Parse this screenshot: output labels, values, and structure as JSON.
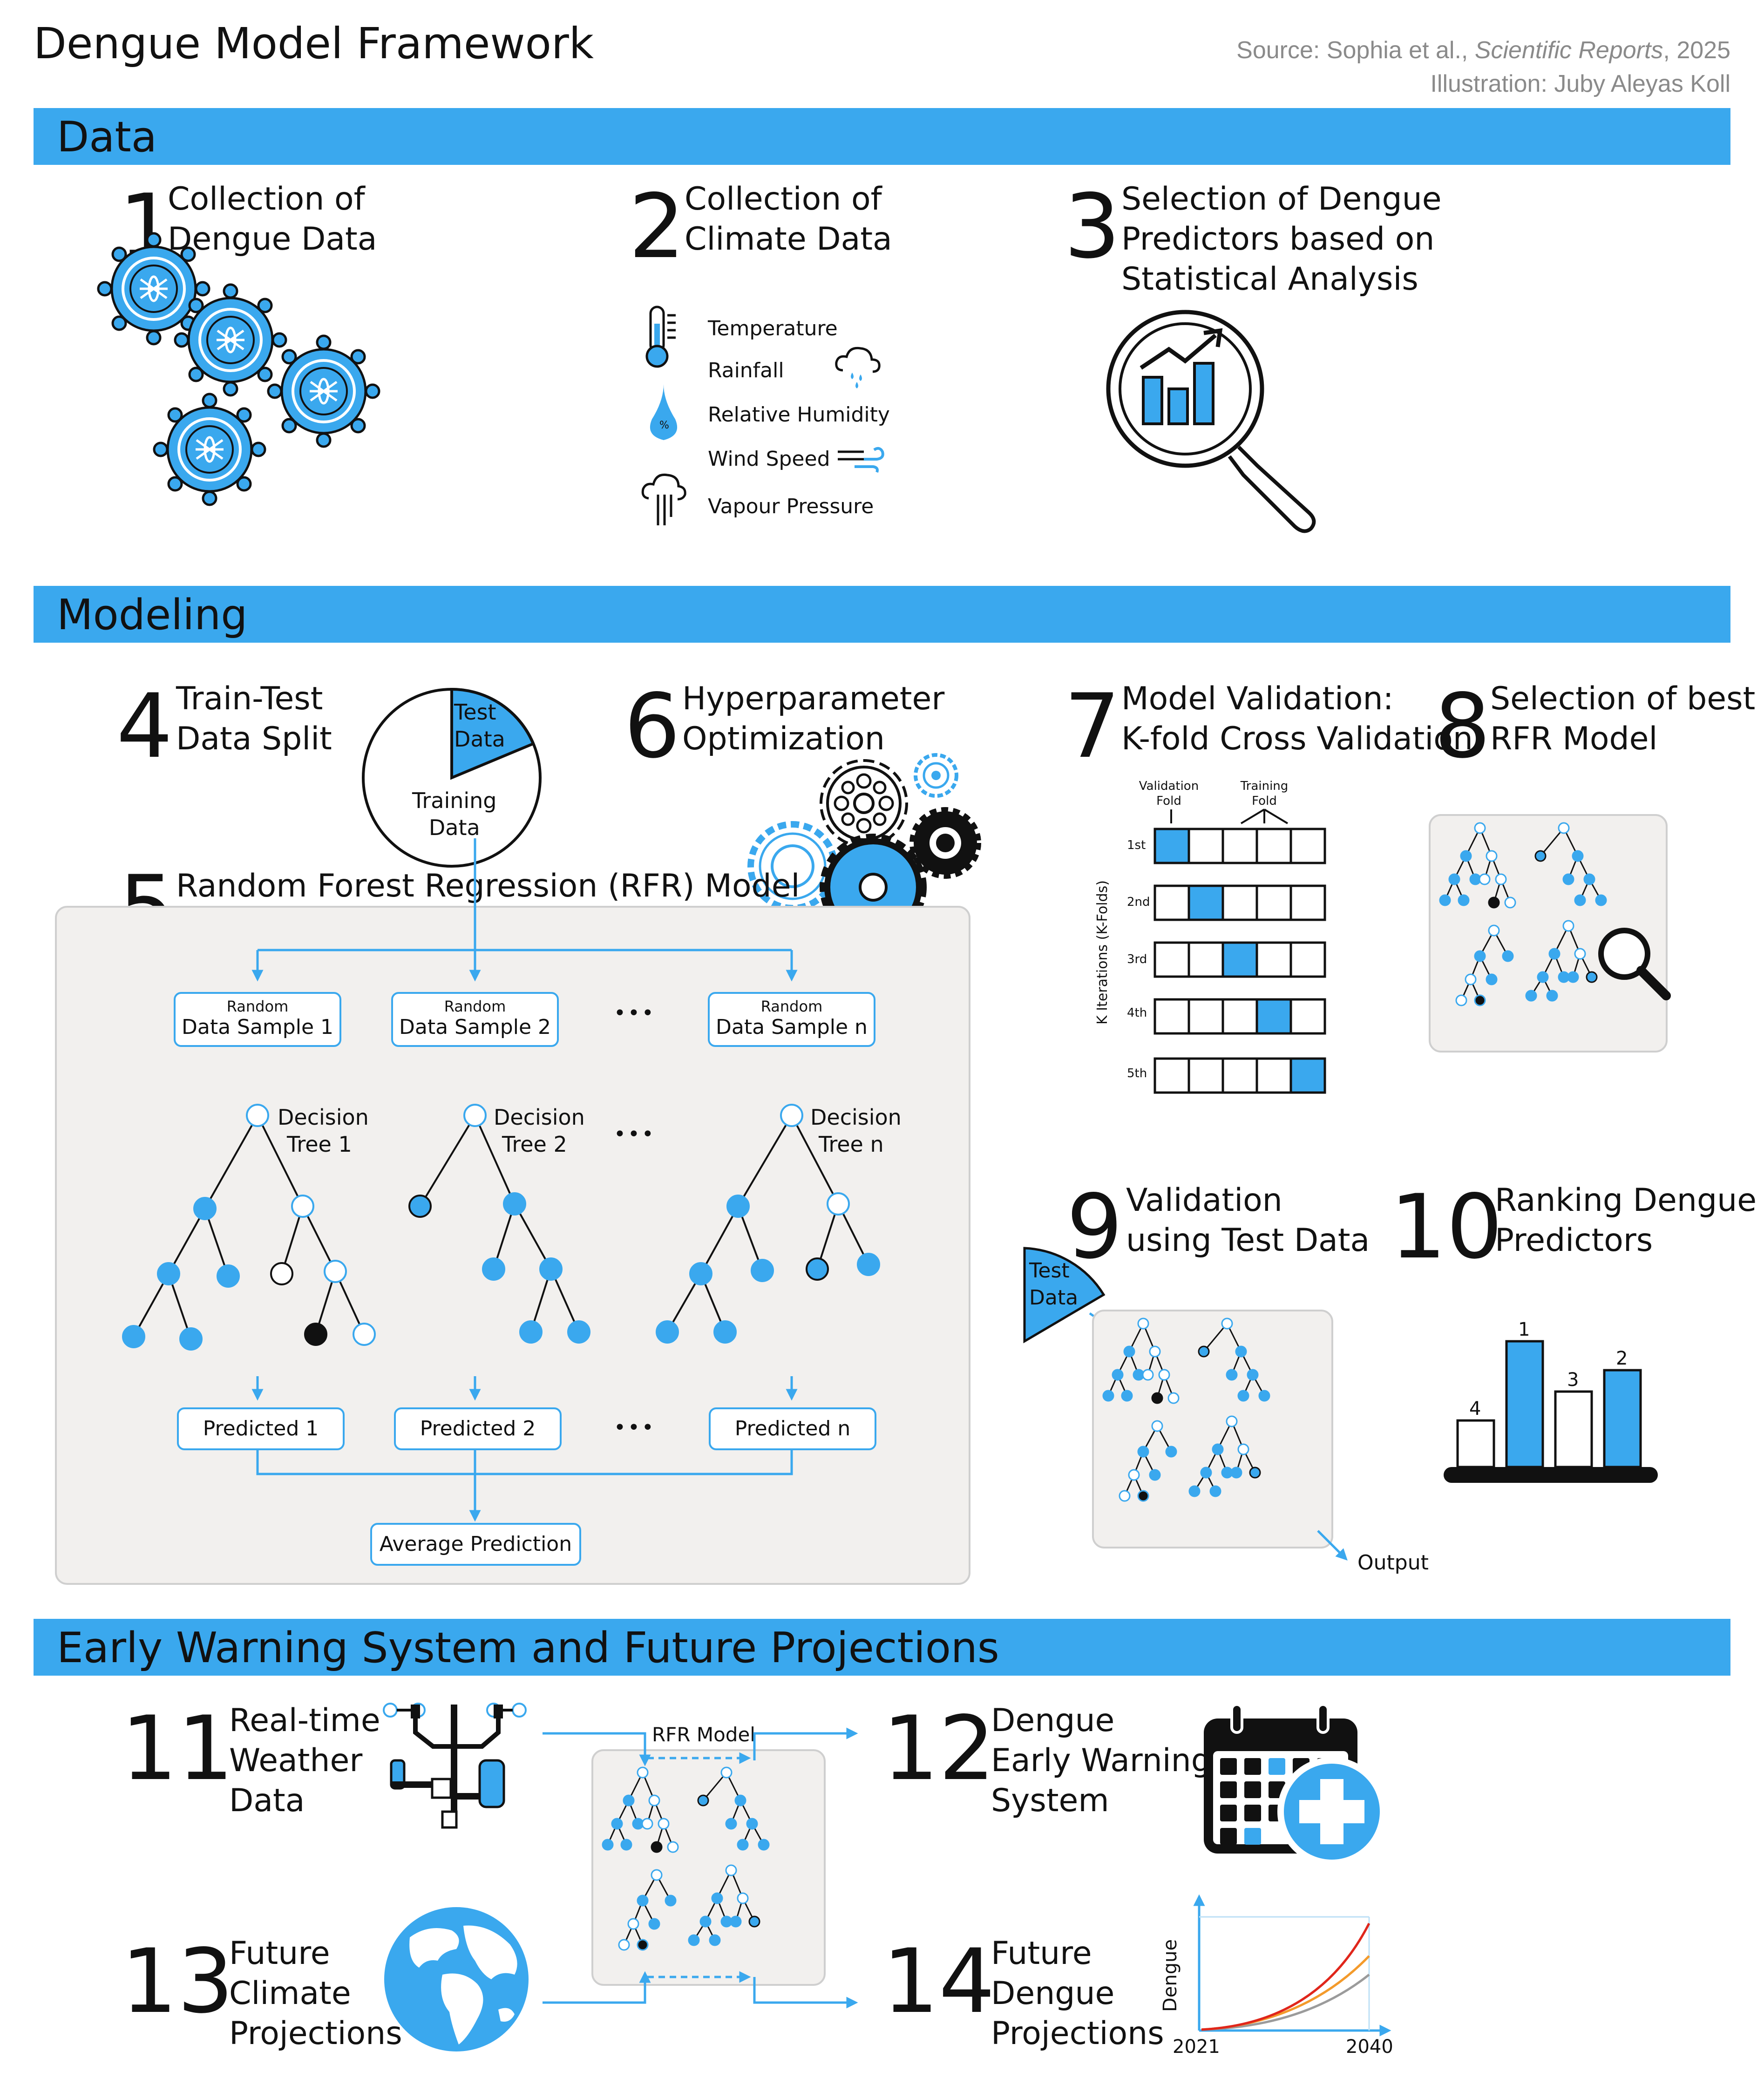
{
  "title": "Dengue Model Framework",
  "source": {
    "prefix": "Source: Sophia et al., ",
    "journal": "Scientific Reports",
    "suffix": ", 2025",
    "illustration": "Illustration: Juby Aleyas Koll"
  },
  "sections": {
    "data": "Data",
    "modeling": "Modeling",
    "ews": "Early Warning System and Future Projections"
  },
  "steps": {
    "s1": {
      "num": "1",
      "l1": "Collection of",
      "l2": "Dengue Data"
    },
    "s2": {
      "num": "2",
      "l1": "Collection of",
      "l2": "Climate Data"
    },
    "s3": {
      "num": "3",
      "l1": "Selection of Dengue",
      "l2": "Predictors based on",
      "l3": "Statistical Analysis"
    },
    "s4": {
      "num": "4",
      "l1": "Train-Test",
      "l2": "Data Split"
    },
    "s5": {
      "num": "5",
      "l1": "Random Forest Regression (RFR) Model"
    },
    "s6": {
      "num": "6",
      "l1": "Hyperparameter",
      "l2": "Optimization"
    },
    "s7": {
      "num": "7",
      "l1": "Model Validation:",
      "l2": "K-fold Cross Validation"
    },
    "s8": {
      "num": "8",
      "l1": "Selection of best",
      "l2": "RFR Model"
    },
    "s9": {
      "num": "9",
      "l1": "Validation",
      "l2": "using Test Data"
    },
    "s10": {
      "num": "10",
      "l1": "Ranking Dengue",
      "l2": "Predictors"
    },
    "s11": {
      "num": "11",
      "l1": "Real-time",
      "l2": "Weather",
      "l3": "Data"
    },
    "s12": {
      "num": "12",
      "l1": "Dengue",
      "l2": "Early Warning",
      "l3": "System"
    },
    "s13": {
      "num": "13",
      "l1": "Future",
      "l2": "Climate",
      "l3": "Projections"
    },
    "s14": {
      "num": "14",
      "l1": "Future",
      "l2": "Dengue",
      "l3": "Projections"
    }
  },
  "climate": [
    "Temperature",
    "Rainfall",
    "Relative Humidity",
    "Wind Speed",
    "Vapour Pressure"
  ],
  "humidity_symbol": "%",
  "pie": {
    "test_l1": "Test",
    "test_l2": "Data",
    "train_l1": "Training",
    "train_l2": "Data"
  },
  "rfr": {
    "random": "Random",
    "samples": [
      "Data Sample 1",
      "Data Sample 2",
      "Data Sample n"
    ],
    "tree_word": "Decision",
    "trees": [
      "Tree 1",
      "Tree 2",
      "Tree n"
    ],
    "predicted": [
      "Predicted 1",
      "Predicted 2",
      "Predicted n"
    ],
    "average": "Average Prediction",
    "ellipsis": "•••"
  },
  "kfold": {
    "validation_l1": "Validation",
    "validation_l2": "Fold",
    "training_l1": "Training",
    "training_l2": "Fold",
    "axis": "K Iterations (K-Folds)",
    "rows": [
      "1st",
      "2nd",
      "3rd",
      "4th",
      "5th"
    ]
  },
  "test9": {
    "l1": "Test",
    "l2": "Data",
    "output": "Output"
  },
  "ranking": {
    "labels": [
      "4",
      "1",
      "3",
      "2"
    ],
    "values": [
      0.37,
      1.0,
      0.6,
      0.77
    ],
    "highlight": [
      false,
      true,
      false,
      true
    ]
  },
  "ews_model": "RFR Model",
  "projection_chart": {
    "ylabel": "Dengue",
    "x_start": "2021",
    "x_end": "2040"
  },
  "colors": {
    "accent": "#3aa8ee",
    "panel": "#f2f0ee",
    "dark": "#111111",
    "red": "#e0261b",
    "orange": "#f39a2b",
    "grey": "#9b9b9b"
  }
}
